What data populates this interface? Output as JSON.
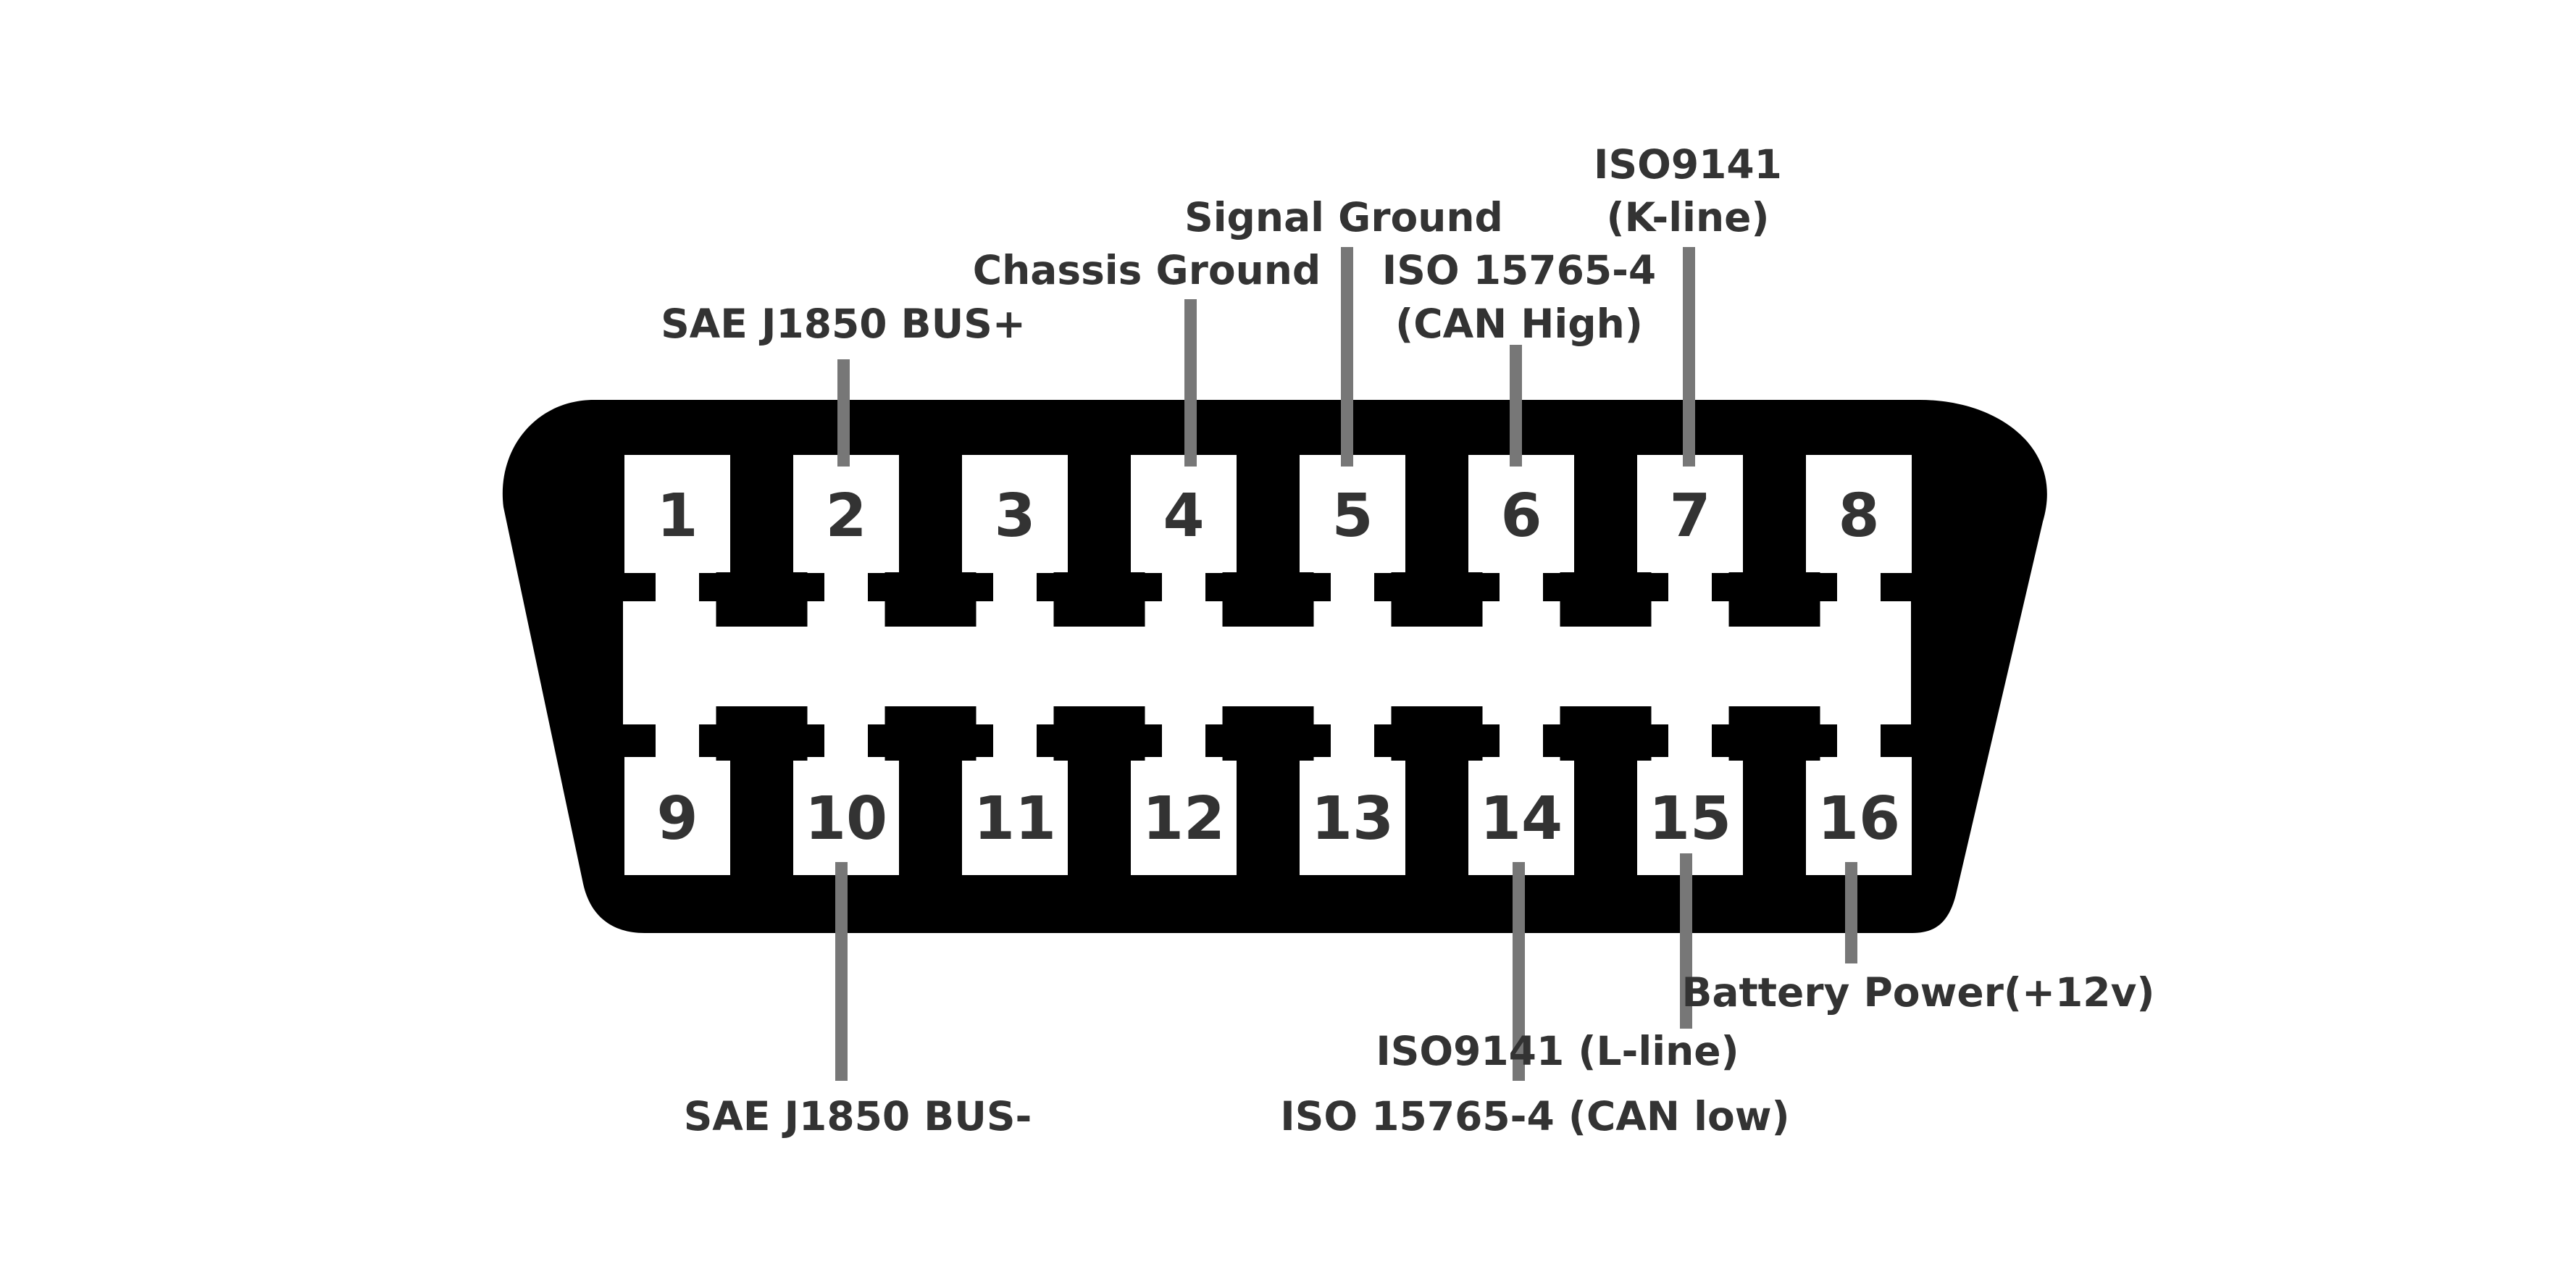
{
  "colors": {
    "connector_body": "#000000",
    "pin_face": "#ffffff",
    "leader_line": "#777777",
    "text": "#333333",
    "background": "#ffffff"
  },
  "connector": {
    "top_row_pins": [
      "1",
      "2",
      "3",
      "4",
      "5",
      "6",
      "7",
      "8"
    ],
    "bottom_row_pins": [
      "9",
      "10",
      "11",
      "12",
      "13",
      "14",
      "15",
      "16"
    ]
  },
  "pin_labels": {
    "pin2": "SAE J1850 BUS+",
    "pin4": "Chassis Ground",
    "pin5": "Signal Ground",
    "pin6_line1": "ISO 15765-4",
    "pin6_line2": "(CAN High)",
    "pin7_line1": "ISO9141",
    "pin7_line2": "(K-line)",
    "pin10": "SAE J1850 BUS-",
    "pin14": "ISO 15765-4 (CAN low)",
    "pin15": "ISO9141 (L-line)",
    "pin16": "Battery Power(+12v)"
  }
}
